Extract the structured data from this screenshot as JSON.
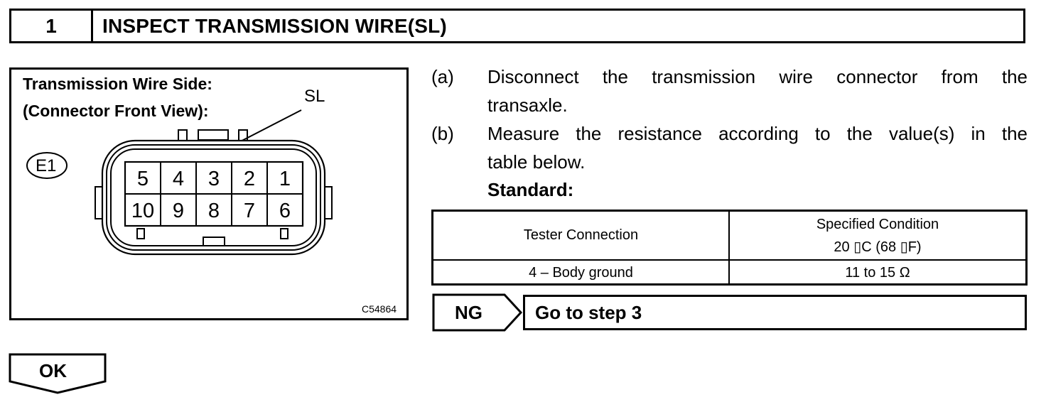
{
  "header": {
    "step_number": "1",
    "title": "INSPECT TRANSMISSION WIRE(SL)"
  },
  "figure": {
    "title_line1": "Transmission Wire Side:",
    "title_line2": "(Connector Front View):",
    "pin_label": "SL",
    "connector_id": "E1",
    "pins_top": [
      "5",
      "4",
      "3",
      "2",
      "1"
    ],
    "pins_bottom": [
      "10",
      "9",
      "8",
      "7",
      "6"
    ],
    "figure_code": "C54864"
  },
  "steps": [
    {
      "label": "(a)",
      "line1": "Disconnect the transmission wire connector from the",
      "line2": "transaxle."
    },
    {
      "label": "(b)",
      "line1": "Measure the resistance according to the value(s) in the",
      "line2": "table below."
    }
  ],
  "standard_label": "Standard:",
  "table": {
    "col1_header": "Tester Connection",
    "col2_header_line1": "Specified Condition",
    "col2_header_line2": "20 ▯C (68 ▯F)",
    "rows": [
      {
        "connection": "4 – Body ground",
        "condition": "11 to 15 Ω"
      }
    ]
  },
  "ng": {
    "label": "NG",
    "action": "Go to step 3"
  },
  "ok": {
    "label": "OK"
  }
}
